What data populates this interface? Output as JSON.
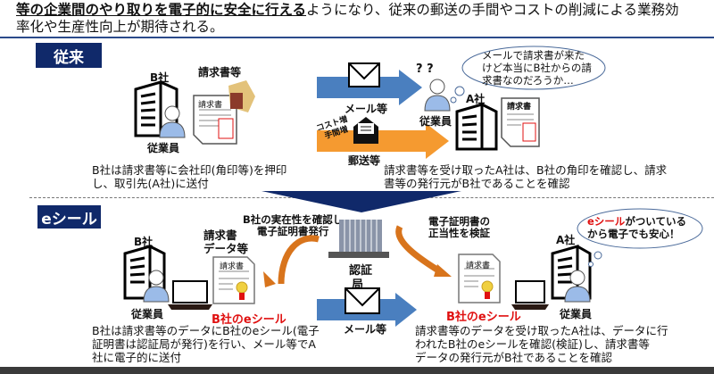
{
  "header": {
    "line1_emphasis": "等の企業間のやり取りを電子的に安全に行える",
    "line1_rest": "ようになり、従来の郵送の手間やコストの削減による業務効",
    "line2": "率化や生産性向上が期待される。"
  },
  "conventional": {
    "section_label": "従来",
    "company_b": "B社",
    "employee_b": "従業員",
    "invoice_label": "請求書等",
    "doc_title": "請求書",
    "email_label": "メール等",
    "post_label": "郵送等",
    "cost_note": "コスト増",
    "effort_note": "手間増",
    "question_marks": "? ?",
    "company_a": "A社",
    "employee_a": "従業員",
    "thought": [
      "メールで請求書が来た",
      "けど本当にB社からの請",
      "求書なのだろうか…"
    ],
    "desc_b": [
      "B社は請求書等に会社印(角印等)を押印",
      "し、取引先(A社)に送付"
    ],
    "desc_a": [
      "請求書等を受け取ったA社は、B社の角印を確認し、請求",
      "書等の発行元がB社であることを確認"
    ]
  },
  "eseal": {
    "section_label": "eシール",
    "company_b": "B社",
    "employee_b": "従業員",
    "invoice_label": [
      "請求書",
      "データ等"
    ],
    "doc_title": "請求書",
    "seal_b": "B社のeシール",
    "ca_action": [
      "B社の実在性を確認し",
      "電子証明書発行"
    ],
    "ca_label": [
      "認証",
      "局"
    ],
    "email_label": "メール等",
    "verify": [
      "電子証明書の",
      "正当性を検証"
    ],
    "seal_a": "B社のeシール",
    "company_a": "A社",
    "employee_a": "従業員",
    "thought_red": "eシール",
    "thought_rest": "がついている",
    "thought_line2": "から電子でも安心！",
    "desc_b": [
      "B社は請求書等のデータにB社のeシール(電子",
      "証明書は認証局が発行)を行い、メール等でA",
      "社に電子的に送付"
    ],
    "desc_a": [
      "請求書等のデータを受け取ったA社は、データに行",
      "われたB社のeシールを確認(検証)し、請求書等",
      "データの発行元がB社であることを確認"
    ]
  },
  "colors": {
    "navy": "#10296a",
    "blue_arrow": "#4a7fbf",
    "orange_arrow": "#f59a30",
    "seal_red": "#e01010"
  }
}
